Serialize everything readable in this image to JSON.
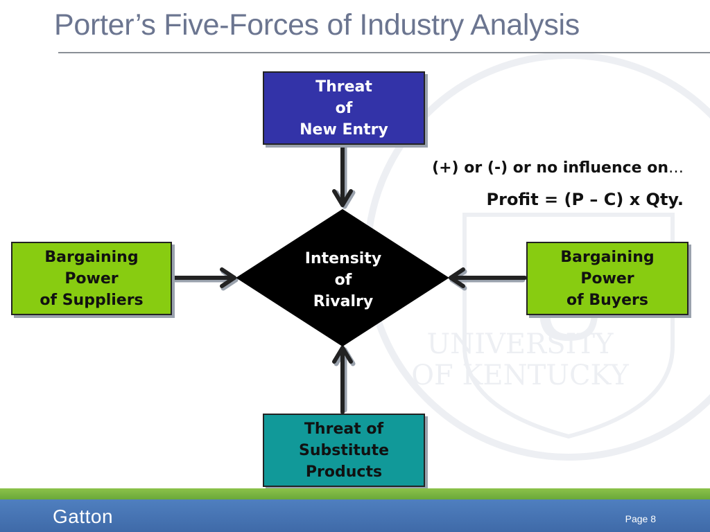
{
  "title": "Porter’s Five-Forces of Industry Analysis",
  "boxes": {
    "new_entry": [
      "Threat",
      "of",
      "New Entry"
    ],
    "suppliers": [
      "Bargaining",
      "Power",
      "of Suppliers"
    ],
    "buyers": [
      "Bargaining",
      "Power",
      "of Buyers"
    ],
    "substitute": [
      "Threat of",
      "Substitute",
      "Products"
    ],
    "center": [
      "Intensity",
      "of",
      "Rivalry"
    ]
  },
  "note": {
    "line1": "(+) or (-) or no influence on",
    "line1_ellipsis": "…",
    "line2": "Profit = (P – C) x Qty."
  },
  "footer": {
    "logo": "Gatton",
    "page": "Page 8"
  },
  "watermark": {
    "line1": "UNIVERSITY",
    "line2": "OF KENTUCKY",
    "mark": "U"
  },
  "colors": {
    "title": "#6b7590",
    "new_entry_box": "#3333a8",
    "force_box_green": "#88cc11",
    "substitute_box": "#119999",
    "center_diamond": "#000000",
    "footer_blue": "#4f7fbf",
    "footer_green": "#8bc24a"
  }
}
